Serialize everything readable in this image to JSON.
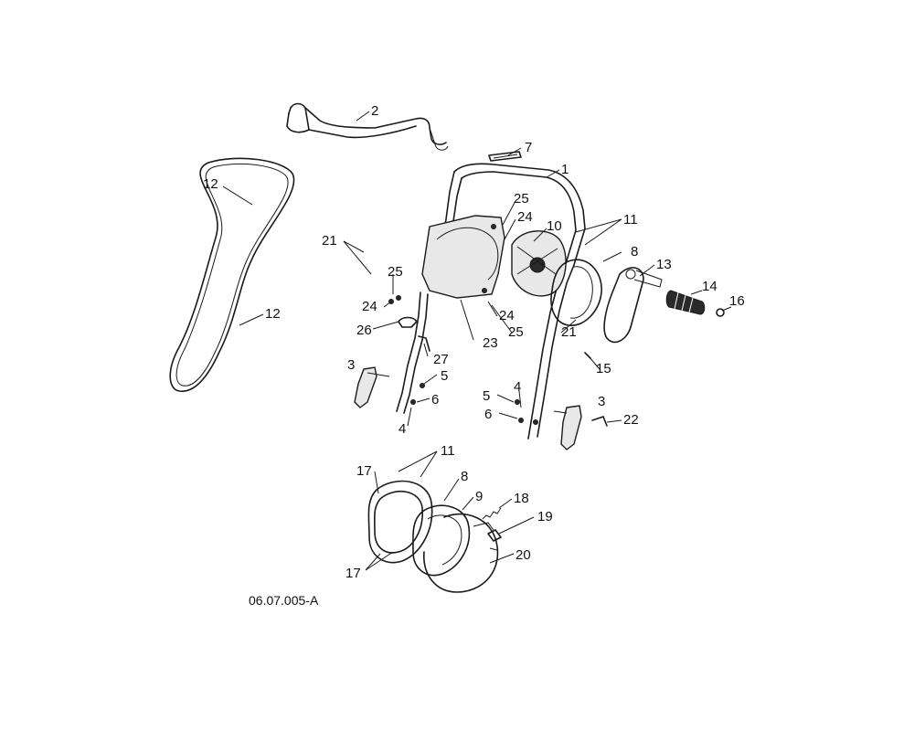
{
  "drawing_code": "06.07.005-A",
  "callouts": [
    {
      "id": "c2",
      "text": "2"
    },
    {
      "id": "c7",
      "text": "7"
    },
    {
      "id": "c1",
      "text": "1"
    },
    {
      "id": "c12a",
      "text": "12"
    },
    {
      "id": "c12b",
      "text": "12"
    },
    {
      "id": "c25a",
      "text": "25"
    },
    {
      "id": "c24a",
      "text": "24"
    },
    {
      "id": "c10",
      "text": "10"
    },
    {
      "id": "c11a",
      "text": "11"
    },
    {
      "id": "c21a",
      "text": "21"
    },
    {
      "id": "c25b",
      "text": "25"
    },
    {
      "id": "c24b",
      "text": "24"
    },
    {
      "id": "c8a",
      "text": "8"
    },
    {
      "id": "c13",
      "text": "13"
    },
    {
      "id": "c14",
      "text": "14"
    },
    {
      "id": "c16",
      "text": "16"
    },
    {
      "id": "c26",
      "text": "26"
    },
    {
      "id": "c24c",
      "text": "24"
    },
    {
      "id": "c25c",
      "text": "25"
    },
    {
      "id": "c23",
      "text": "23"
    },
    {
      "id": "c21b",
      "text": "21"
    },
    {
      "id": "c27",
      "text": "27"
    },
    {
      "id": "c3a",
      "text": "3"
    },
    {
      "id": "c5a",
      "text": "5"
    },
    {
      "id": "c6a",
      "text": "6"
    },
    {
      "id": "c4a",
      "text": "4"
    },
    {
      "id": "c15",
      "text": "15"
    },
    {
      "id": "c5b",
      "text": "5"
    },
    {
      "id": "c4b",
      "text": "4"
    },
    {
      "id": "c6b",
      "text": "6"
    },
    {
      "id": "c3b",
      "text": "3"
    },
    {
      "id": "c22",
      "text": "22"
    },
    {
      "id": "c11b",
      "text": "11"
    },
    {
      "id": "c17a",
      "text": "17"
    },
    {
      "id": "c8b",
      "text": "8"
    },
    {
      "id": "c9",
      "text": "9"
    },
    {
      "id": "c18",
      "text": "18"
    },
    {
      "id": "c19",
      "text": "19"
    },
    {
      "id": "c17b",
      "text": "17"
    },
    {
      "id": "c20",
      "text": "20"
    }
  ]
}
